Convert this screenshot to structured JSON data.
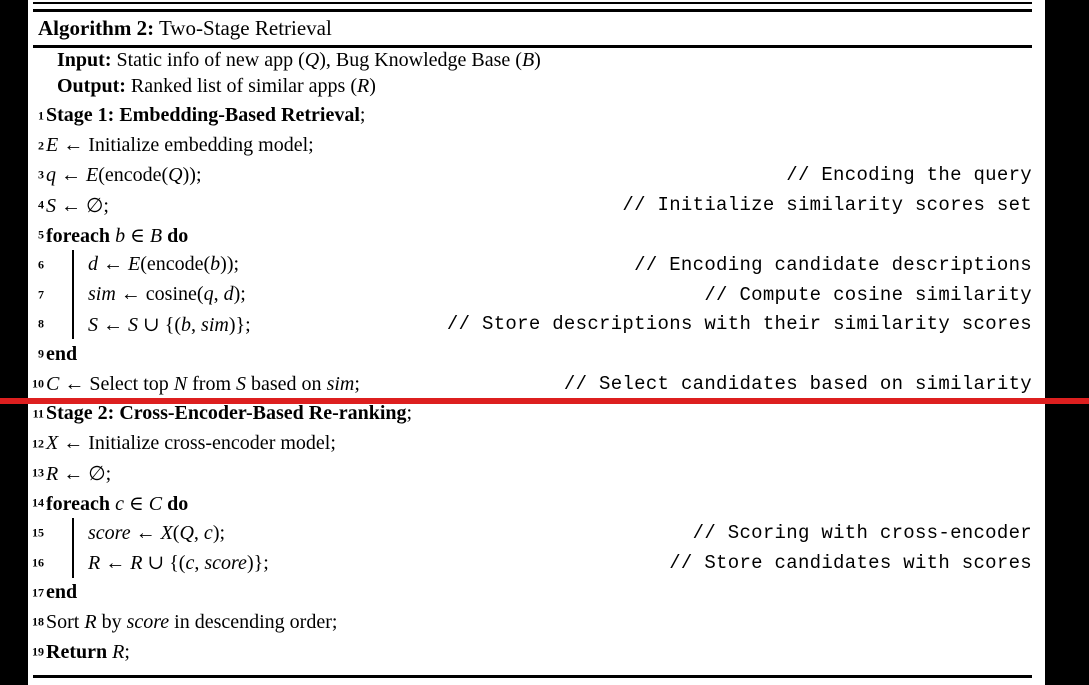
{
  "colors": {
    "page_background": "#ffffff",
    "border_bars": "#000000",
    "text": "#000000",
    "annotation_line_red": "#dd1f1f"
  },
  "title": {
    "label_bold": "Algorithm 2:",
    "label_rest": " Two-Stage Retrieval"
  },
  "header": {
    "rows": [
      {
        "segments": [
          [
            "b",
            "Input:"
          ],
          [
            "n",
            " Static info of new app ("
          ],
          [
            "i",
            "Q"
          ],
          [
            "n",
            "), Bug Knowledge Base ("
          ],
          [
            "i",
            "B"
          ],
          [
            "n",
            ")"
          ]
        ]
      },
      {
        "segments": [
          [
            "b",
            "Output:"
          ],
          [
            "n",
            " Ranked list of similar apps ("
          ],
          [
            "i",
            "R"
          ],
          [
            "n",
            ")"
          ]
        ]
      }
    ]
  },
  "lines": [
    {
      "num": "1",
      "indent": 0,
      "segments": [
        [
          "b",
          "Stage 1: Embedding-Based Retrieval"
        ],
        [
          "n",
          ";"
        ]
      ],
      "comment": ""
    },
    {
      "num": "2",
      "indent": 0,
      "segments": [
        [
          "i",
          "E"
        ],
        [
          "n",
          " ← Initialize embedding model;"
        ]
      ],
      "comment": ""
    },
    {
      "num": "3",
      "indent": 0,
      "segments": [
        [
          "i",
          "q"
        ],
        [
          "n",
          " ← "
        ],
        [
          "i",
          "E"
        ],
        [
          "n",
          "(encode("
        ],
        [
          "i",
          "Q"
        ],
        [
          "n",
          "));"
        ]
      ],
      "comment": "// Encoding the query"
    },
    {
      "num": "4",
      "indent": 0,
      "segments": [
        [
          "i",
          "S"
        ],
        [
          "n",
          " ← ∅;"
        ]
      ],
      "comment": "// Initialize similarity scores set"
    },
    {
      "num": "5",
      "indent": 0,
      "segments": [
        [
          "b",
          "foreach "
        ],
        [
          "i",
          "b"
        ],
        [
          "n",
          " ∈ "
        ],
        [
          "i",
          "B"
        ],
        [
          "n",
          " "
        ],
        [
          "b",
          "do"
        ]
      ],
      "comment": ""
    },
    {
      "num": "6",
      "indent": 1,
      "segments": [
        [
          "i",
          "d"
        ],
        [
          "n",
          " ← "
        ],
        [
          "i",
          "E"
        ],
        [
          "n",
          "(encode("
        ],
        [
          "i",
          "b"
        ],
        [
          "n",
          "));"
        ]
      ],
      "comment": "// Encoding candidate descriptions"
    },
    {
      "num": "7",
      "indent": 1,
      "segments": [
        [
          "i",
          "sim"
        ],
        [
          "n",
          " ← cosine("
        ],
        [
          "i",
          "q"
        ],
        [
          "n",
          ", "
        ],
        [
          "i",
          "d"
        ],
        [
          "n",
          ");"
        ]
      ],
      "comment": "// Compute cosine similarity"
    },
    {
      "num": "8",
      "indent": 1,
      "segments": [
        [
          "i",
          "S"
        ],
        [
          "n",
          " ← "
        ],
        [
          "i",
          "S"
        ],
        [
          "n",
          " ∪ {("
        ],
        [
          "i",
          "b"
        ],
        [
          "n",
          ", "
        ],
        [
          "i",
          "sim"
        ],
        [
          "n",
          ")};"
        ]
      ],
      "comment": "// Store descriptions with their similarity scores"
    },
    {
      "num": "9",
      "indent": 0,
      "segments": [
        [
          "b",
          "end"
        ]
      ],
      "comment": ""
    },
    {
      "num": "10",
      "indent": 0,
      "segments": [
        [
          "i",
          "C"
        ],
        [
          "n",
          " ← Select top "
        ],
        [
          "i",
          "N"
        ],
        [
          "n",
          " from "
        ],
        [
          "i",
          "S"
        ],
        [
          "n",
          " based on "
        ],
        [
          "i",
          "sim"
        ],
        [
          "n",
          ";"
        ]
      ],
      "comment": "// Select candidates based on similarity"
    },
    {
      "num": "11",
      "indent": 0,
      "segments": [
        [
          "b",
          "Stage 2: Cross-Encoder-Based Re-ranking"
        ],
        [
          "n",
          ";"
        ]
      ],
      "comment": ""
    },
    {
      "num": "12",
      "indent": 0,
      "segments": [
        [
          "i",
          "X"
        ],
        [
          "n",
          " ← Initialize cross-encoder model;"
        ]
      ],
      "comment": ""
    },
    {
      "num": "13",
      "indent": 0,
      "segments": [
        [
          "i",
          "R"
        ],
        [
          "n",
          " ← ∅;"
        ]
      ],
      "comment": ""
    },
    {
      "num": "14",
      "indent": 0,
      "segments": [
        [
          "b",
          "foreach "
        ],
        [
          "i",
          "c"
        ],
        [
          "n",
          " ∈ "
        ],
        [
          "i",
          "C"
        ],
        [
          "n",
          " "
        ],
        [
          "b",
          "do"
        ]
      ],
      "comment": ""
    },
    {
      "num": "15",
      "indent": 1,
      "segments": [
        [
          "i",
          "score"
        ],
        [
          "n",
          " ← "
        ],
        [
          "i",
          "X"
        ],
        [
          "n",
          "("
        ],
        [
          "i",
          "Q"
        ],
        [
          "n",
          ", "
        ],
        [
          "i",
          "c"
        ],
        [
          "n",
          ");"
        ]
      ],
      "comment": "// Scoring with cross-encoder"
    },
    {
      "num": "16",
      "indent": 1,
      "segments": [
        [
          "i",
          "R"
        ],
        [
          "n",
          " ← "
        ],
        [
          "i",
          "R"
        ],
        [
          "n",
          " ∪ {("
        ],
        [
          "i",
          "c"
        ],
        [
          "n",
          ", "
        ],
        [
          "i",
          "score"
        ],
        [
          "n",
          ")};"
        ]
      ],
      "comment": "// Store candidates with scores"
    },
    {
      "num": "17",
      "indent": 0,
      "segments": [
        [
          "b",
          "end"
        ]
      ],
      "comment": ""
    },
    {
      "num": "18",
      "indent": 0,
      "segments": [
        [
          "n",
          "Sort "
        ],
        [
          "i",
          "R"
        ],
        [
          "n",
          " by "
        ],
        [
          "i",
          "score"
        ],
        [
          "n",
          " in descending order;"
        ]
      ],
      "comment": ""
    },
    {
      "num": "19",
      "indent": 0,
      "segments": [
        [
          "b",
          "Return "
        ],
        [
          "i",
          "R"
        ],
        [
          "n",
          ";"
        ]
      ],
      "comment": ""
    }
  ]
}
